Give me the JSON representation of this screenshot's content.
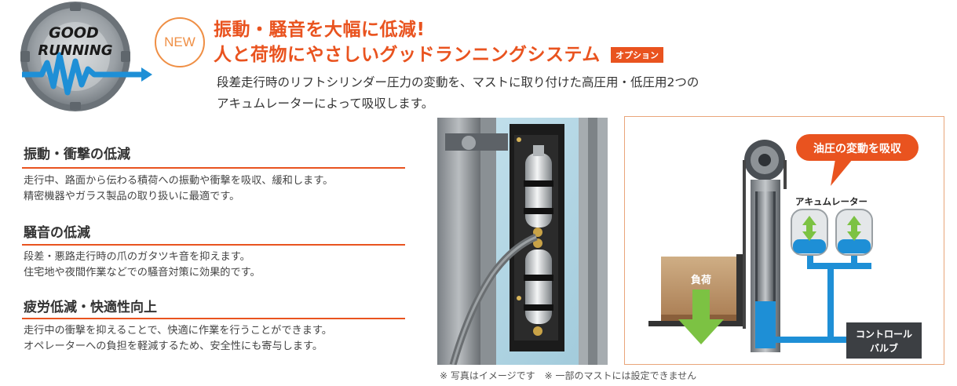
{
  "logo": {
    "line1": "GOOD",
    "line2": "RUNNING"
  },
  "badge": {
    "new_label": "NEW"
  },
  "headline": {
    "line1": "振動・騒音を大幅に低減!",
    "line2": "人と荷物にやさしいグッドランニングシステム",
    "option_label": "オプション"
  },
  "intro": {
    "line1": "段差走行時のリフトシリンダー圧力の変動を、マストに取り付けた高圧用・低圧用2つの",
    "line2": "アキュムレーターによって吸収します。"
  },
  "features": [
    {
      "title": "振動・衝撃の低減",
      "line1": "走行中、路面から伝わる積荷への振動や衝撃を吸収、緩和します。",
      "line2": "精密機器やガラス製品の取り扱いに最適です。"
    },
    {
      "title": "騒音の低減",
      "line1": "段差・悪路走行時の爪のガタツキ音を抑えます。",
      "line2": "住宅地や夜間作業などでの騒音対策に効果的です。"
    },
    {
      "title": "疲労低減・快適性向上",
      "line1": "走行中の衝撃を抑えることで、快適に作業を行うことができます。",
      "line2": "オペレーターへの負担を軽減するため、安全性にも寄与します。"
    }
  ],
  "diagram": {
    "callout": "油圧の変動を吸収",
    "accumulator_label": "アキュムレーター",
    "load_label": "負荷",
    "valve_line1": "コントロール",
    "valve_line2": "バルブ"
  },
  "note": "※ 写真はイメージです　※ 一部のマストには設定できません",
  "colors": {
    "accent": "#e9531f",
    "badge_orange": "#ef8f45",
    "hydraulic_blue": "#1e8fd6",
    "arrow_green": "#7cc243",
    "load_brown": "#b8916a"
  }
}
